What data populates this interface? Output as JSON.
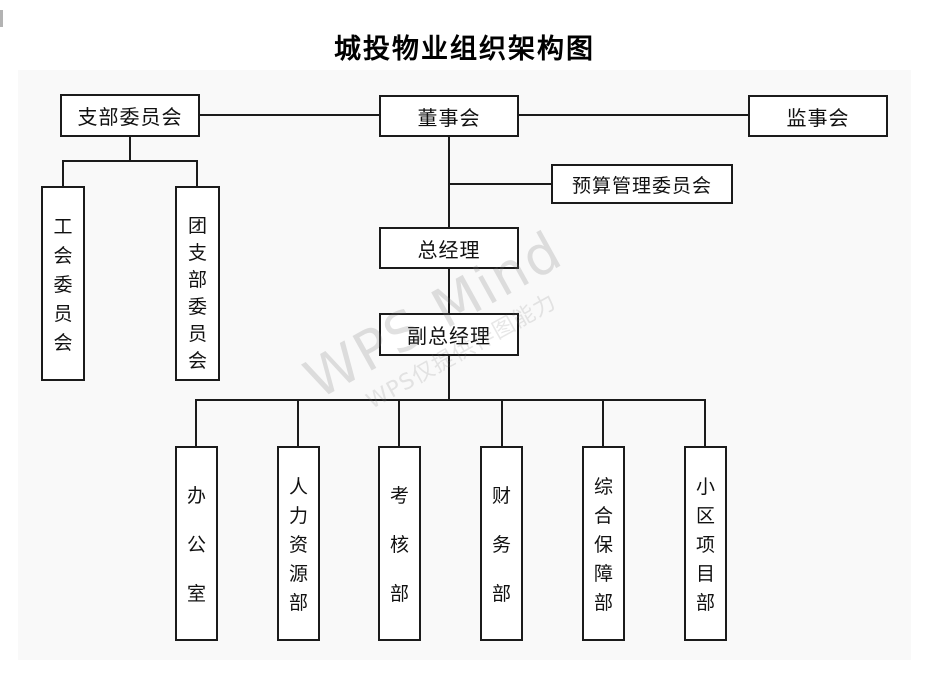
{
  "title": "城投物业组织架构图",
  "watermark": {
    "line1": "WPS Mind",
    "line2": "WPS仅提供作图能力"
  },
  "colors": {
    "connector": "#1b1b1b",
    "node_background": "#ffffff",
    "canvas_background": "#f9f9f9",
    "watermark_text": "#d8d8d8"
  },
  "nodes": {
    "branch_committee": "支部委员会",
    "board_of_directors": "董事会",
    "supervisory_board": "监事会",
    "budget_management_committee": "预算管理委员会",
    "general_manager": "总经理",
    "deputy_general_manager": "副总经理",
    "labor_union_committee": "工会委员会",
    "youth_league_branch_committee": "团支部委员会",
    "departments": [
      "办公室",
      "人力资源部",
      "考核部",
      "财务部",
      "综合保障部",
      "小区项目部"
    ]
  }
}
